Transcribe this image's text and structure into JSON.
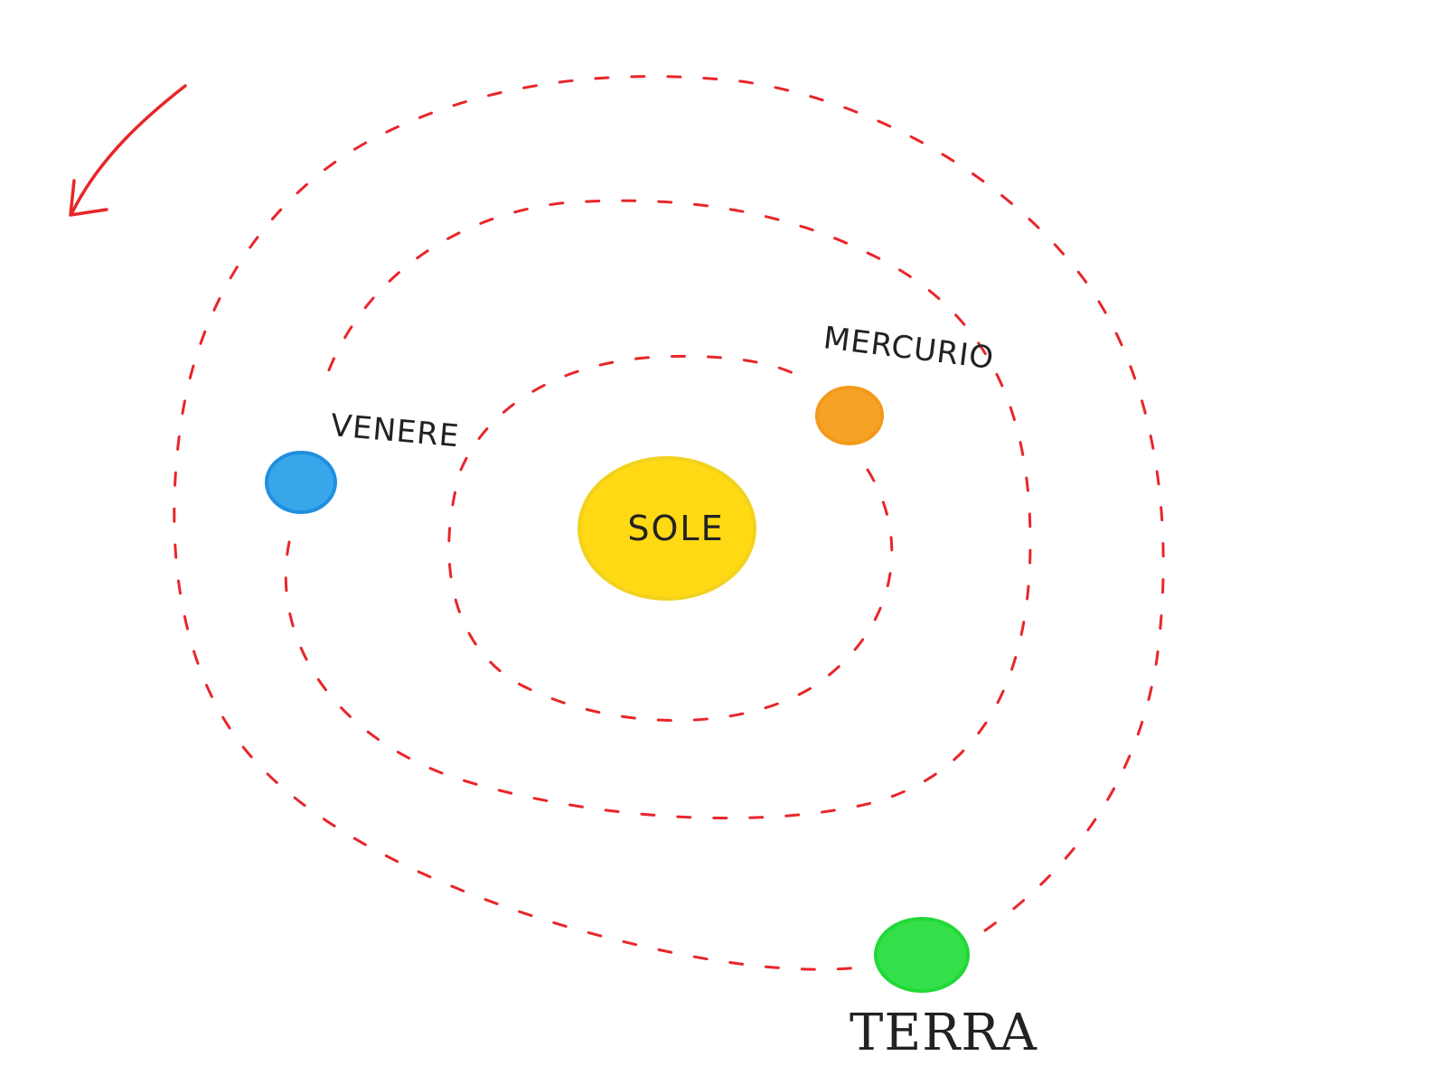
{
  "colors": {
    "orbit": "#e8262a",
    "arrow": "#e8262a",
    "sun_fill": "#ffd914",
    "sun_stroke": "#f2d21e",
    "mercury_fill": "#f5a225",
    "mercury_stroke": "#f29a1a",
    "venus_fill": "#3aa6ea",
    "venus_stroke": "#1f8fe0",
    "earth_fill": "#33e04a",
    "earth_stroke": "#22d838"
  },
  "bodies": {
    "sun": {
      "label": "SOLE"
    },
    "mercury": {
      "label": "MERCURIO"
    },
    "venus": {
      "label": "VENERE"
    },
    "earth": {
      "label": "TERRA"
    }
  },
  "direction_arrow_icon": "curved-arrow-counterclockwise-icon"
}
